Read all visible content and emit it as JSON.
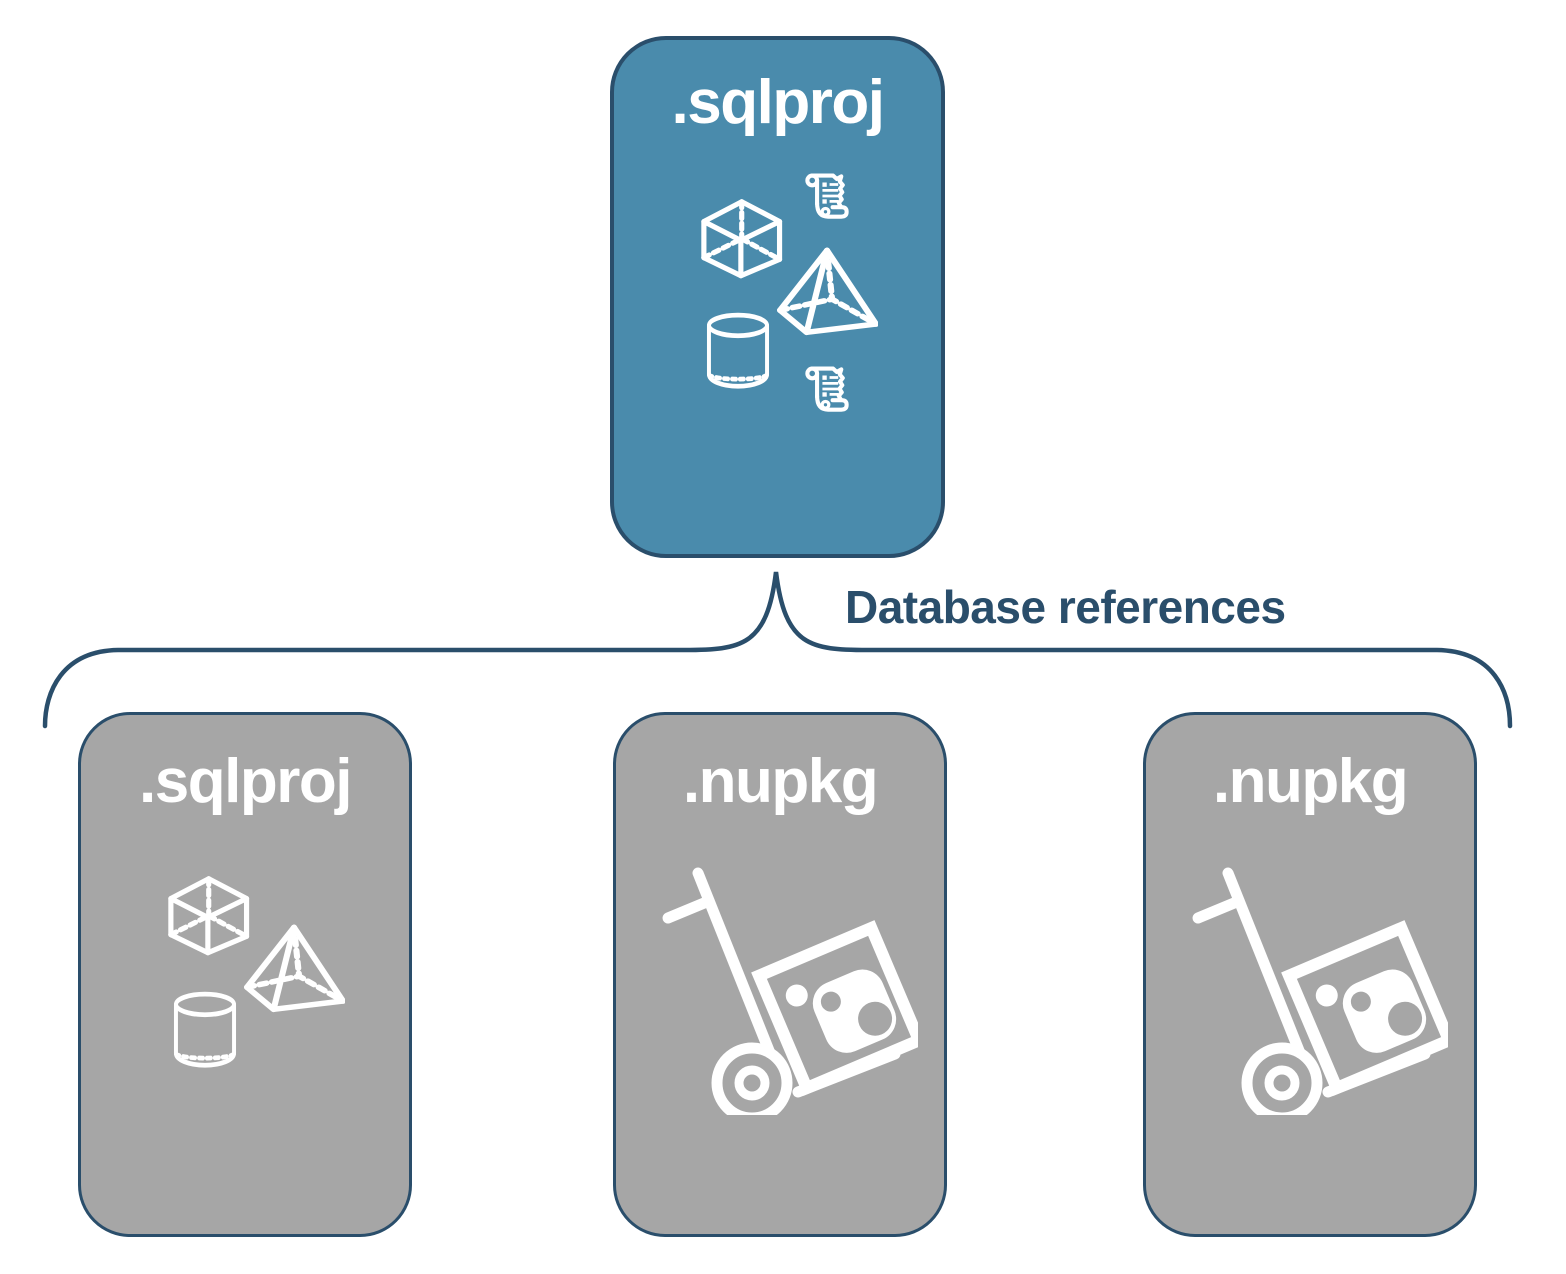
{
  "diagram": {
    "root_card": {
      "label": ".sqlproj",
      "icons": [
        "scroll-icon",
        "cube-icon",
        "pyramid-icon",
        "cylinder-icon",
        "scroll-icon"
      ]
    },
    "connector_label": "Database references",
    "child_cards": [
      {
        "label": ".sqlproj",
        "icons": [
          "cube-icon",
          "pyramid-icon",
          "cylinder-icon"
        ]
      },
      {
        "label": ".nupkg",
        "icons": [
          "hand-truck-nuget-package-icon"
        ]
      },
      {
        "label": ".nupkg",
        "icons": [
          "hand-truck-nuget-package-icon"
        ]
      }
    ],
    "colors": {
      "root_fill": "#4A8BAC",
      "child_fill": "#A6A6A6",
      "outline": "#2A4E6B",
      "icon": "#FFFFFF"
    }
  }
}
